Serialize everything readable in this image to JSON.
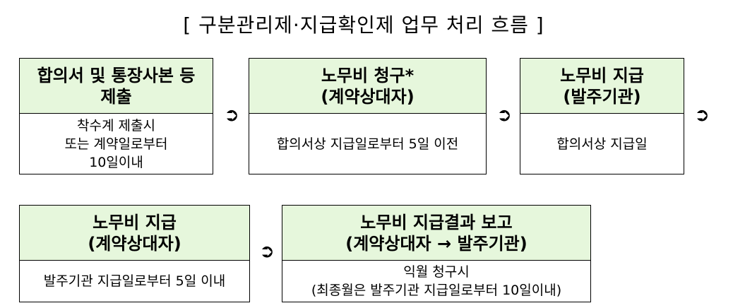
{
  "title": "[ 구분관리제·지급확인제 업무 처리 흐름 ]",
  "arrow_glyph": "➲",
  "steps": [
    {
      "head": [
        "합의서 및 통장사본 등",
        "제출"
      ],
      "body": [
        "착수계 제출시",
        "또는 계약일로부터",
        "10일이내"
      ]
    },
    {
      "head": [
        "노무비 청구*",
        "(계약상대자)"
      ],
      "body": [
        "합의서상 지급일로부터 5일 이전"
      ]
    },
    {
      "head": [
        "노무비 지급",
        "(발주기관)"
      ],
      "body": [
        "합의서상 지급일"
      ]
    },
    {
      "head": [
        "노무비 지급",
        "(계약상대자)"
      ],
      "body": [
        "발주기관 지급일로부터 5일 이내"
      ]
    },
    {
      "head": [
        "노무비 지급결과 보고",
        "(계약상대자 → 발주기관)"
      ],
      "body": [
        "익월 청구시",
        "(최종월은 발주기관 지급일로부터 10일이내)"
      ]
    }
  ]
}
